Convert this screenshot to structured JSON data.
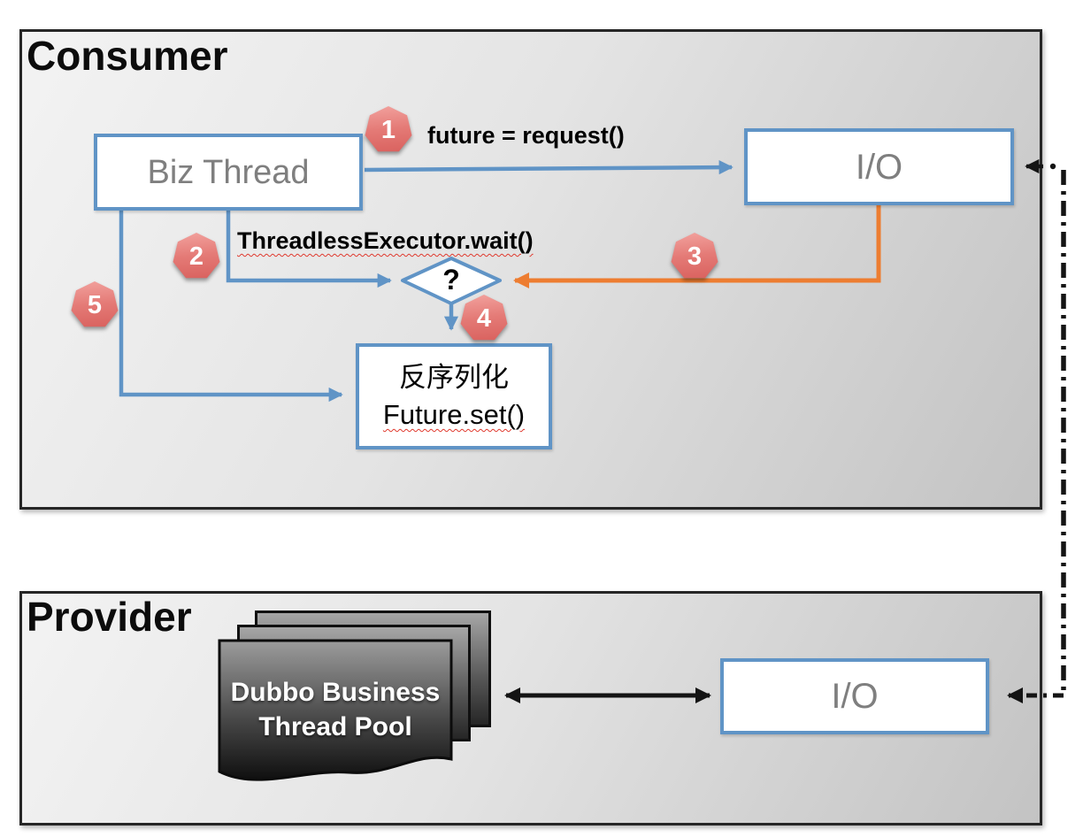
{
  "diagram": {
    "consumer": {
      "title": "Consumer",
      "biz_thread_label": "Biz Thread",
      "io_label": "I/O",
      "step1_label": "future = request()",
      "step2_label": "ThreadlessExecutor.wait()",
      "decision_label": "?",
      "deserialize_line1": "反序列化",
      "deserialize_line2": "Future.set()"
    },
    "provider": {
      "title": "Provider",
      "pool_line1": "Dubbo Business",
      "pool_line2": "Thread Pool",
      "io_label": "I/O"
    },
    "badges": [
      "1",
      "2",
      "3",
      "4",
      "5"
    ],
    "colors": {
      "accent_blue": "#6094c6",
      "accent_orange": "#ed7d31",
      "badge_red": "#d85f5c",
      "node_text_gray": "#7f7f7f",
      "squiggle_red": "#e0392e"
    }
  }
}
